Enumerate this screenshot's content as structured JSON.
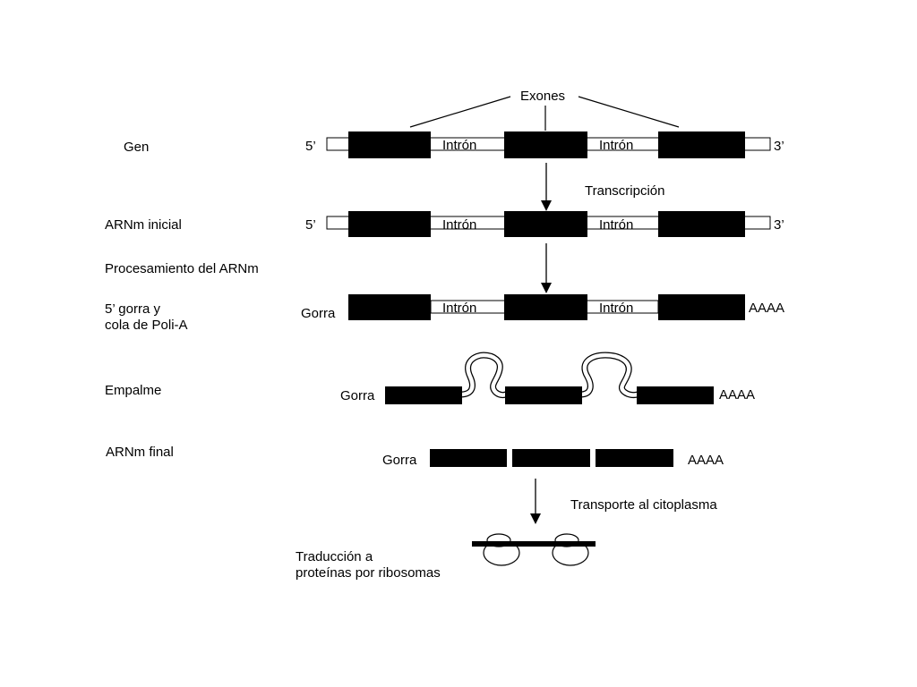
{
  "labels": {
    "exones": "Exones",
    "transcripcion": "Transcripción",
    "transporte": "Transporte al citoplasma"
  },
  "rows": {
    "gen": {
      "left_label": "Gen",
      "five_prime": "5’",
      "three_prime": "3’",
      "intron_1": "Intrón",
      "intron_2": "Intrón"
    },
    "arnm_inicial": {
      "left_label": "ARNm inicial",
      "five_prime": "5’",
      "three_prime": "3’",
      "intron_1": "Intrón",
      "intron_2": "Intrón"
    },
    "procesamiento": {
      "left_label": "Procesamiento del ARNm"
    },
    "gorra_cola": {
      "left_label_line1": "5’ gorra y",
      "left_label_line2": "cola de Poli-A",
      "cap": "Gorra",
      "intron_1": "Intrón",
      "intron_2": "Intrón",
      "tail": "AAAA"
    },
    "empalme": {
      "left_label": "Empalme",
      "cap": "Gorra",
      "tail": "AAAA"
    },
    "arnm_final": {
      "left_label": "ARNm final",
      "cap": "Gorra",
      "tail": "AAAA"
    },
    "traduccion": {
      "left_label_line1": "Traducción a",
      "left_label_line2": "proteínas por ribosomas"
    }
  }
}
